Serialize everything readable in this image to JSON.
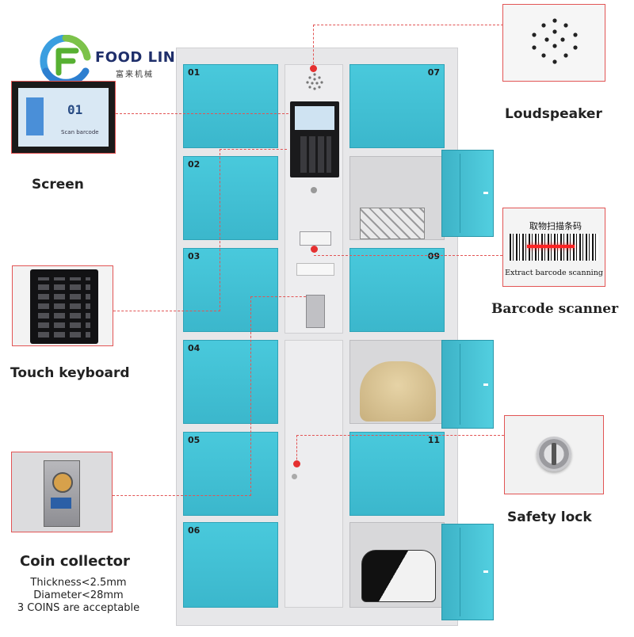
{
  "brand": {
    "name": "FOOD LINE",
    "subtitle": "富来机械"
  },
  "lockers": {
    "left": [
      {
        "num": "01",
        "state": "closed"
      },
      {
        "num": "02",
        "state": "closed"
      },
      {
        "num": "03",
        "state": "closed"
      },
      {
        "num": "04",
        "state": "closed"
      },
      {
        "num": "05",
        "state": "closed"
      },
      {
        "num": "06",
        "state": "closed"
      }
    ],
    "right": [
      {
        "num": "07",
        "state": "closed"
      },
      {
        "num": "",
        "state": "open",
        "item": "geometric bag"
      },
      {
        "num": "09",
        "state": "closed"
      },
      {
        "num": "",
        "state": "open",
        "item": "beige handbag"
      },
      {
        "num": "11",
        "state": "closed"
      },
      {
        "num": "",
        "state": "open",
        "item": "black and white bag"
      }
    ]
  },
  "callouts": {
    "screen": {
      "label": "Screen",
      "display_text": "01",
      "display_caption": "Scan barcode"
    },
    "loudspeaker": {
      "label": "Loudspeaker"
    },
    "touch_keyboard": {
      "label": "Touch keyboard"
    },
    "barcode_scanner": {
      "label": "Barcode scanner",
      "sign_cn": "取物扫描条码",
      "sign_en": "Extract barcode scanning"
    },
    "safety_lock": {
      "label": "Safety lock"
    },
    "coin_collector": {
      "label": "Coin collector",
      "specs": [
        "Thickness<2.5mm",
        "Diameter<28mm",
        "3 COINS are acceptable"
      ]
    }
  },
  "colors": {
    "locker_door": "#45c3d7",
    "leader_line": "#e25555",
    "cabinet": "#e7e7e9"
  }
}
